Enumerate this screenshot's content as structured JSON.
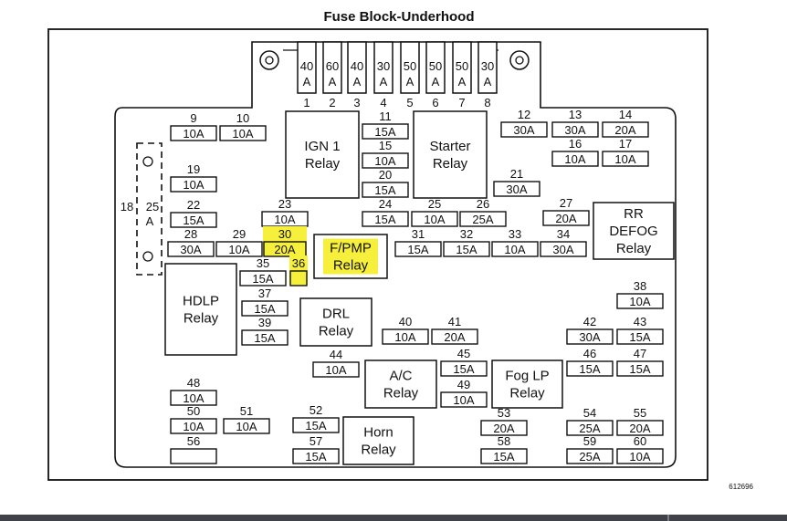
{
  "title": "Fuse Block-Underhood",
  "figure_number": "612696",
  "highlight_color": "#f6ef3c",
  "top_fuses": [
    {
      "number": "1",
      "value": "40",
      "unit": "A"
    },
    {
      "number": "2",
      "value": "60",
      "unit": "A"
    },
    {
      "number": "3",
      "value": "40",
      "unit": "A"
    },
    {
      "number": "4",
      "value": "30",
      "unit": "A"
    },
    {
      "number": "5",
      "value": "50",
      "unit": "A"
    },
    {
      "number": "6",
      "value": "50",
      "unit": "A"
    },
    {
      "number": "7",
      "value": "50",
      "unit": "A"
    },
    {
      "number": "8",
      "value": "30",
      "unit": "A"
    }
  ],
  "fuses": [
    {
      "id": "f9",
      "number": "9",
      "rating": "10A"
    },
    {
      "id": "f10",
      "number": "10",
      "rating": "10A"
    },
    {
      "id": "f11",
      "number": "11",
      "rating": "15A"
    },
    {
      "id": "f12",
      "number": "12",
      "rating": "30A"
    },
    {
      "id": "f13",
      "number": "13",
      "rating": "30A"
    },
    {
      "id": "f14",
      "number": "14",
      "rating": "20A"
    },
    {
      "id": "f15",
      "number": "15",
      "rating": "10A"
    },
    {
      "id": "f16",
      "number": "16",
      "rating": "10A"
    },
    {
      "id": "f17",
      "number": "17",
      "rating": "10A"
    },
    {
      "id": "f19",
      "number": "19",
      "rating": "10A"
    },
    {
      "id": "f20",
      "number": "20",
      "rating": "15A"
    },
    {
      "id": "f21",
      "number": "21",
      "rating": "30A"
    },
    {
      "id": "f22",
      "number": "22",
      "rating": "15A"
    },
    {
      "id": "f23",
      "number": "23",
      "rating": "10A"
    },
    {
      "id": "f24",
      "number": "24",
      "rating": "15A"
    },
    {
      "id": "f25",
      "number": "25",
      "rating": "10A"
    },
    {
      "id": "f26",
      "number": "26",
      "rating": "25A"
    },
    {
      "id": "f27",
      "number": "27",
      "rating": "20A"
    },
    {
      "id": "f28",
      "number": "28",
      "rating": "30A"
    },
    {
      "id": "f29",
      "number": "29",
      "rating": "10A"
    },
    {
      "id": "f30",
      "number": "30",
      "rating": "20A",
      "highlighted": true
    },
    {
      "id": "f31",
      "number": "31",
      "rating": "15A"
    },
    {
      "id": "f32",
      "number": "32",
      "rating": "15A"
    },
    {
      "id": "f33",
      "number": "33",
      "rating": "10A"
    },
    {
      "id": "f34",
      "number": "34",
      "rating": "30A"
    },
    {
      "id": "f35",
      "number": "35",
      "rating": "15A"
    },
    {
      "id": "f36",
      "number": "36",
      "rating": "",
      "highlighted": true
    },
    {
      "id": "f37",
      "number": "37",
      "rating": "15A"
    },
    {
      "id": "f38",
      "number": "38",
      "rating": "10A"
    },
    {
      "id": "f39",
      "number": "39",
      "rating": "15A"
    },
    {
      "id": "f40",
      "number": "40",
      "rating": "10A"
    },
    {
      "id": "f41",
      "number": "41",
      "rating": "20A"
    },
    {
      "id": "f42",
      "number": "42",
      "rating": "30A"
    },
    {
      "id": "f43",
      "number": "43",
      "rating": "15A"
    },
    {
      "id": "f44",
      "number": "44",
      "rating": "10A"
    },
    {
      "id": "f45",
      "number": "45",
      "rating": "15A"
    },
    {
      "id": "f46",
      "number": "46",
      "rating": "15A"
    },
    {
      "id": "f47",
      "number": "47",
      "rating": "15A"
    },
    {
      "id": "f48",
      "number": "48",
      "rating": "10A"
    },
    {
      "id": "f49",
      "number": "49",
      "rating": "10A"
    },
    {
      "id": "f50",
      "number": "50",
      "rating": "10A"
    },
    {
      "id": "f51",
      "number": "51",
      "rating": "10A"
    },
    {
      "id": "f52",
      "number": "52",
      "rating": "15A"
    },
    {
      "id": "f53",
      "number": "53",
      "rating": "20A"
    },
    {
      "id": "f54",
      "number": "54",
      "rating": "25A"
    },
    {
      "id": "f55",
      "number": "55",
      "rating": "20A"
    },
    {
      "id": "f56",
      "number": "56",
      "rating": ""
    },
    {
      "id": "f57",
      "number": "57",
      "rating": "15A"
    },
    {
      "id": "f58",
      "number": "58",
      "rating": "15A"
    },
    {
      "id": "f59",
      "number": "59",
      "rating": "25A"
    },
    {
      "id": "f60",
      "number": "60",
      "rating": "10A"
    }
  ],
  "fuse_18_25": {
    "left_number": "18",
    "right_number": "25",
    "unit": "A"
  },
  "relays": [
    {
      "id": "ign1",
      "lines": [
        "IGN 1",
        "Relay"
      ]
    },
    {
      "id": "starter",
      "lines": [
        "Starter",
        "Relay"
      ]
    },
    {
      "id": "rr-defog",
      "lines": [
        "RR",
        "DEFOG",
        "Relay"
      ]
    },
    {
      "id": "fpmp",
      "lines": [
        "F/PMP",
        "Relay"
      ],
      "highlighted": true
    },
    {
      "id": "hdlp",
      "lines": [
        "HDLP",
        "Relay"
      ]
    },
    {
      "id": "drl",
      "lines": [
        "DRL",
        "Relay"
      ]
    },
    {
      "id": "ac",
      "lines": [
        "A/C",
        "Relay"
      ]
    },
    {
      "id": "foglp",
      "lines": [
        "Fog LP",
        "Relay"
      ]
    },
    {
      "id": "horn",
      "lines": [
        "Horn",
        "Relay"
      ]
    }
  ]
}
